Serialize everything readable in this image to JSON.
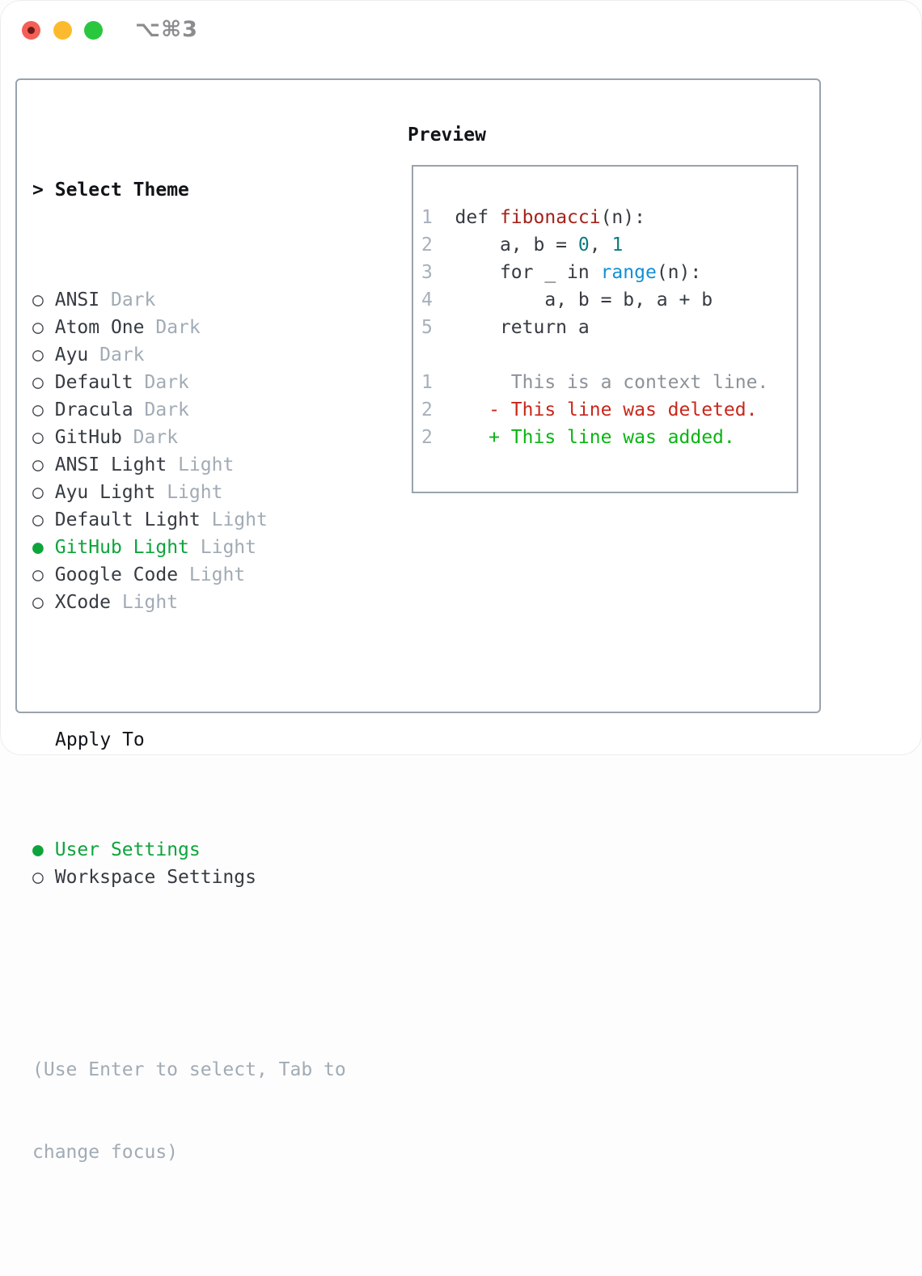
{
  "window": {
    "title": "⌥⌘3"
  },
  "icons": {
    "prompt": ">",
    "radio_unselected": "○",
    "radio_selected": "●"
  },
  "theme_section": {
    "title": "Select Theme",
    "items": [
      {
        "name": "ANSI",
        "variant": "Dark",
        "selected": false
      },
      {
        "name": "Atom One",
        "variant": "Dark",
        "selected": false
      },
      {
        "name": "Ayu",
        "variant": "Dark",
        "selected": false
      },
      {
        "name": "Default",
        "variant": "Dark",
        "selected": false
      },
      {
        "name": "Dracula",
        "variant": "Dark",
        "selected": false
      },
      {
        "name": "GitHub",
        "variant": "Dark",
        "selected": false
      },
      {
        "name": "ANSI Light",
        "variant": "Light",
        "selected": false
      },
      {
        "name": "Ayu Light",
        "variant": "Light",
        "selected": false
      },
      {
        "name": "Default Light",
        "variant": "Light",
        "selected": false
      },
      {
        "name": "GitHub Light",
        "variant": "Light",
        "selected": true
      },
      {
        "name": "Google Code",
        "variant": "Light",
        "selected": false
      },
      {
        "name": "XCode",
        "variant": "Light",
        "selected": false
      }
    ]
  },
  "apply_section": {
    "title": "Apply To",
    "items": [
      {
        "name": "User Settings",
        "selected": true
      },
      {
        "name": "Workspace Settings",
        "selected": false
      }
    ]
  },
  "hint_lines": [
    "(Use Enter to select, Tab to",
    "change focus)"
  ],
  "preview": {
    "title": "Preview",
    "lines": [
      {
        "kind": "code",
        "num": "1",
        "segments": [
          {
            "text": "  def ",
            "color": "fg"
          },
          {
            "text": "fibonacci",
            "color": "function"
          },
          {
            "text": "(n):",
            "color": "fg"
          }
        ]
      },
      {
        "kind": "code",
        "num": "2",
        "segments": [
          {
            "text": "      a, b = ",
            "color": "fg"
          },
          {
            "text": "0",
            "color": "number"
          },
          {
            "text": ", ",
            "color": "fg"
          },
          {
            "text": "1",
            "color": "number"
          }
        ]
      },
      {
        "kind": "code",
        "num": "3",
        "segments": [
          {
            "text": "      for _ in ",
            "color": "fg"
          },
          {
            "text": "range",
            "color": "builtin"
          },
          {
            "text": "(n):",
            "color": "fg"
          }
        ]
      },
      {
        "kind": "code",
        "num": "4",
        "segments": [
          {
            "text": "          a, b = b, a + b",
            "color": "fg"
          }
        ]
      },
      {
        "kind": "code",
        "num": "5",
        "segments": [
          {
            "text": "      return a",
            "color": "fg"
          }
        ]
      },
      {
        "kind": "blank",
        "num": "",
        "segments": []
      },
      {
        "kind": "context",
        "num": "1",
        "segments": [
          {
            "text": "       This is a context line.",
            "color": "context"
          }
        ]
      },
      {
        "kind": "deleted",
        "num": "2",
        "segments": [
          {
            "text": "     - This line was deleted.",
            "color": "deleted"
          }
        ]
      },
      {
        "kind": "added",
        "num": "2",
        "segments": [
          {
            "text": "     + This line was added.",
            "color": "added"
          }
        ]
      }
    ]
  },
  "colors": {
    "accent_green": "#0ea43c",
    "added_green": "#09b512",
    "deleted_red": "#c9271a",
    "function_red": "#a4221b",
    "number_teal": "#0e7b7d",
    "builtin_blue": "#1390d5",
    "context_gray": "#8c9299",
    "text_dark": "#363b42",
    "heading_black": "#111418",
    "muted_gray": "#a1abb5",
    "line_number": "#a6b0bb",
    "border_gray": "#99a3ad",
    "title_gray": "#8c8c90",
    "traffic_red": "#f45f57",
    "traffic_red_dot": "#6d1a13",
    "traffic_yellow": "#fcbb2e",
    "traffic_green": "#29c73e"
  }
}
